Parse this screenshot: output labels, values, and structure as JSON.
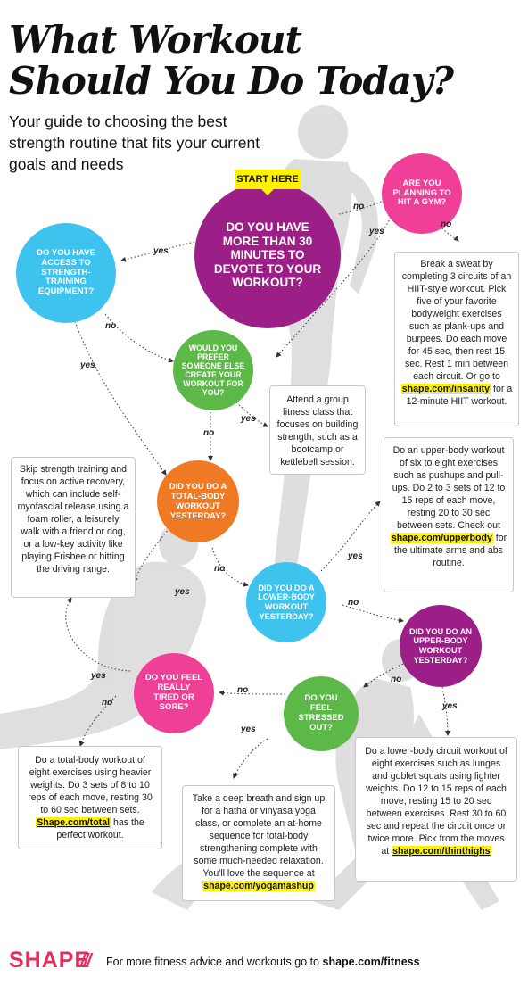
{
  "header": {
    "title_line1": "What Workout",
    "title_line2": "Should You Do Today?",
    "subtitle": "Your guide to choosing the best strength routine that fits your current goals and needs"
  },
  "start_label": "START HERE",
  "questions": {
    "q_30min": "DO YOU HAVE MORE THAN 30 MINUTES TO DEVOTE TO YOUR WORKOUT?",
    "q_gym": "ARE YOU PLANNING TO HIT A GYM?",
    "q_equipment": "DO YOU HAVE ACCESS TO STRENGTH-TRAINING EQUIPMENT?",
    "q_someone": "WOULD YOU PREFER SOMEONE ELSE CREATE YOUR WORKOUT FOR YOU?",
    "q_totalbody": "DID YOU DO A TOTAL-BODY WORKOUT YESTERDAY?",
    "q_lowerbody": "DID YOU DO A LOWER-BODY WORKOUT YESTERDAY?",
    "q_upperbody": "DID YOU DO AN UPPER-BODY WORKOUT YESTERDAY?",
    "q_stressed": "DO YOU FEEL STRESSED OUT?",
    "q_tired": "DO YOU FEEL REALLY TIRED OR SORE?"
  },
  "answers": {
    "hiit": {
      "text": "Break a sweat by completing 3 circuits of an HIIT-style workout. Pick five of your favorite bodyweight exercises such as plank-ups and burpees. Do each move for 45 sec, then rest 15 sec. Rest 1 min between each circuit. Or go to",
      "link": "shape.com/insanity",
      "after": "for a 12-minute HIIT workout."
    },
    "group": {
      "text": "Attend a group fitness class that focuses on building strength, such as a bootcamp or kettlebell session."
    },
    "recovery": {
      "text": "Skip strength training and focus on active recovery, which can include self-myofascial release using a foam roller, a leisurely walk with a friend or dog, or a low-key activity like playing Frisbee or hitting the driving range."
    },
    "upper": {
      "text": "Do an upper-body workout of six to eight exercises such as pushups and pull-ups. Do 2 to 3 sets of 12 to 15 reps of each move, resting 20 to 30 sec between sets. Check out",
      "link": "shape.com/upperbody",
      "after": "for the ultimate arms and abs routine."
    },
    "totalbody": {
      "text": "Do a total-body workout of eight exercises using heavier weights. Do 3 sets of 8 to 10 reps of each move, resting 30 to 60 sec between sets.",
      "link": "Shape.com/total",
      "after": "has the perfect workout."
    },
    "yoga": {
      "text": "Take a deep breath and sign up for a hatha or vinyasa yoga class, or complete an at-home sequence for total-body strengthening complete with some much-needed relaxation. You'll love the sequence at",
      "link": "shape.com/yogamashup"
    },
    "lower": {
      "text": "Do a lower-body circuit workout of eight exercises such as lunges and goblet squats using lighter weights. Do 12 to 15 reps of each move, resting 15 to 20 sec between exercises. Rest 30 to 60 sec and repeat the circuit once or twice more. Pick from the moves at",
      "link": "shape.com/thinthighs"
    }
  },
  "edge_labels": {
    "yes": "yes",
    "no": "no"
  },
  "footer": {
    "brand": "SHAPE",
    "slashes": "///",
    "text": "For more fitness advice and workouts go to",
    "link": "shape.com/fitness"
  },
  "colors": {
    "purple": "#9b1f86",
    "pink": "#ef3f97",
    "blue": "#3ec3ef",
    "green": "#5cb947",
    "orange": "#f07a23",
    "highlight": "#fff200",
    "brand": "#e62d5c"
  }
}
